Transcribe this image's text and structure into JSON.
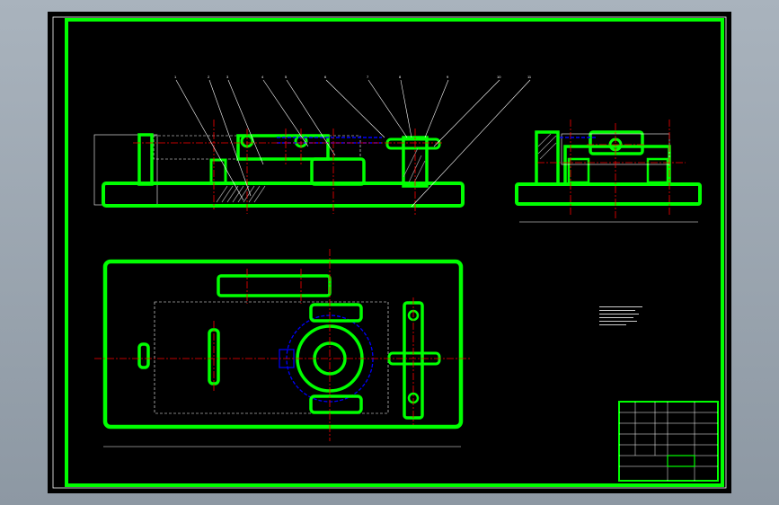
{
  "drawing": {
    "title": "",
    "tech_notes": {
      "heading": "",
      "lines": [
        "",
        "",
        "",
        "",
        "",
        ""
      ]
    },
    "balloons": [
      "1",
      "2",
      "3",
      "4",
      "5",
      "6",
      "7",
      "8",
      "9",
      "10",
      "11"
    ],
    "title_block": {
      "drawing_name": "",
      "drawing_number": ""
    }
  },
  "colors": {
    "background": "#000000",
    "outline": "#00ff00",
    "centerline": "#ff0000",
    "hidden": "#0000ff",
    "thin": "#ffffff",
    "hatch": "#9a9a9a",
    "frame_outer": "#ffffff"
  }
}
